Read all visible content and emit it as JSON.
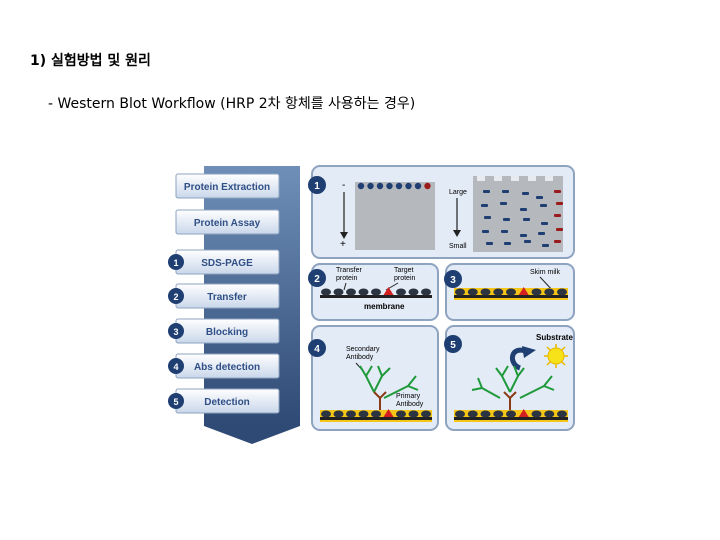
{
  "heading": "1) 실험방법 및 원리",
  "subheading": "- Western Blot Workflow (HRP 2차 항체를 사용하는 경우)",
  "workflow_steps": [
    {
      "number": "",
      "label": "Protein Extraction"
    },
    {
      "number": "",
      "label": "Protein Assay"
    },
    {
      "number": "1",
      "label": "SDS-PAGE"
    },
    {
      "number": "2",
      "label": "Transfer"
    },
    {
      "number": "3",
      "label": "Blocking"
    },
    {
      "number": "4",
      "label": "Abs detection"
    },
    {
      "number": "5",
      "label": "Detection"
    }
  ],
  "panels": {
    "p1": {
      "number": "1",
      "minus": "-",
      "plus": "+",
      "large": "Large",
      "small": "Small"
    },
    "p2": {
      "number": "2",
      "transfer_protein": [
        "Transfer",
        "protein"
      ],
      "target_protein": [
        "Target",
        "protein"
      ],
      "membrane": "membrane"
    },
    "p3": {
      "number": "3",
      "skim_milk": "Skim milk"
    },
    "p4": {
      "number": "4",
      "secondary_antibody": [
        "Secondary",
        "Antibody"
      ],
      "primary_antibody": [
        "Primary",
        "Antibody"
      ]
    },
    "p5": {
      "number": "5",
      "substrate": "Substrate"
    }
  },
  "colors": {
    "box_fill": "#dbe6f3",
    "box_stroke": "#8ea3c0",
    "step_text": "#2f4f86",
    "badge": "#1f3f73",
    "arrow_dark": "#3a5a87",
    "membrane_yellow": "#f5c518",
    "target_red": "#d42020",
    "antibody_green": "#1e9a3a",
    "primary_brown": "#8a3a16"
  }
}
